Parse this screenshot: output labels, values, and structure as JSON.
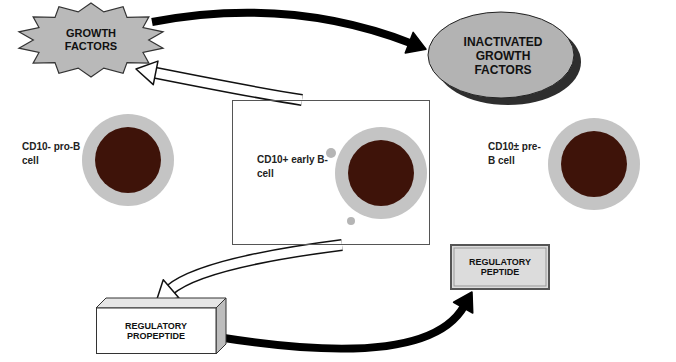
{
  "diagram": {
    "nodes": [
      {
        "text": [
          "GROWTH FACTORS"
        ]
      },
      {
        "text": [
          "INACTIVATED GROWTH FACTORS"
        ]
      },
      {
        "text": [
          "CD10- pro-B cell"
        ]
      },
      {
        "text": [
          "CD10+ early B-cell"
        ]
      },
      {
        "text": [
          "CD10± pre-B cell"
        ]
      },
      {
        "text": [
          "REGULATORY PEPTIDE"
        ]
      },
      {
        "text": [
          "REGULATORY PROPEPTIDE"
        ]
      }
    ],
    "edges": [
      {
        "from": 0,
        "to": 1,
        "arrow": "to"
      },
      {
        "from": 3,
        "to": 0,
        "arrow": "to"
      },
      {
        "from": 3,
        "to": 6,
        "arrow": "to"
      },
      {
        "from": 6,
        "to": 5,
        "arrow": "to"
      }
    ]
  }
}
